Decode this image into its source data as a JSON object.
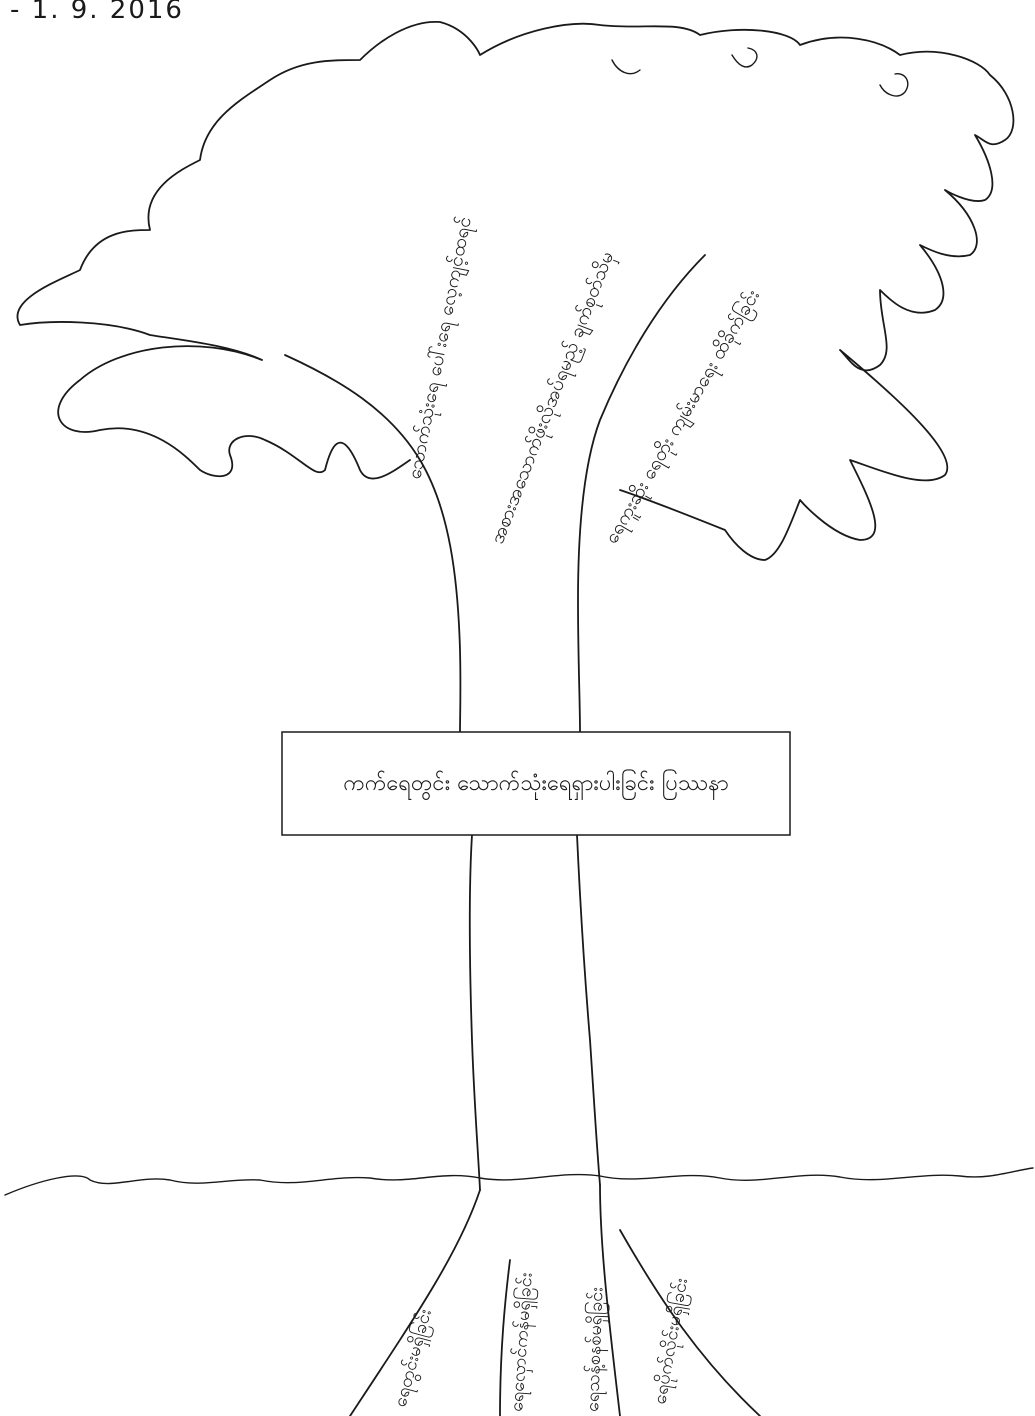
{
  "date": "- 1. 9. 2016",
  "problem": "ကက်ရေတွင်း သောက်သုံးရေရှားပါးခြင်း ပြဿနာ",
  "effects": [
    "သောက်သုံးရေ ပေါ်းရေ လေ့ကျင့်ထရင်",
    "အစားအသောက်ဖိုးလိုအပ်ရမည့် ချက်စုတ်သိမှ",
    "ရေကူးဆိုး ရေတိုး ကျမ်းမာရေး ထိခိုက်ခြင်း"
  ],
  "causes": [
    "ရေတွင်းမရှိခြင်း",
    "ရေလှောင်ကန်မရှိခြင်း",
    "ရေသန့်စနစ်မရှိခြင်း",
    "ရေပိုက်လိုင်းမရှိခြင်း"
  ]
}
